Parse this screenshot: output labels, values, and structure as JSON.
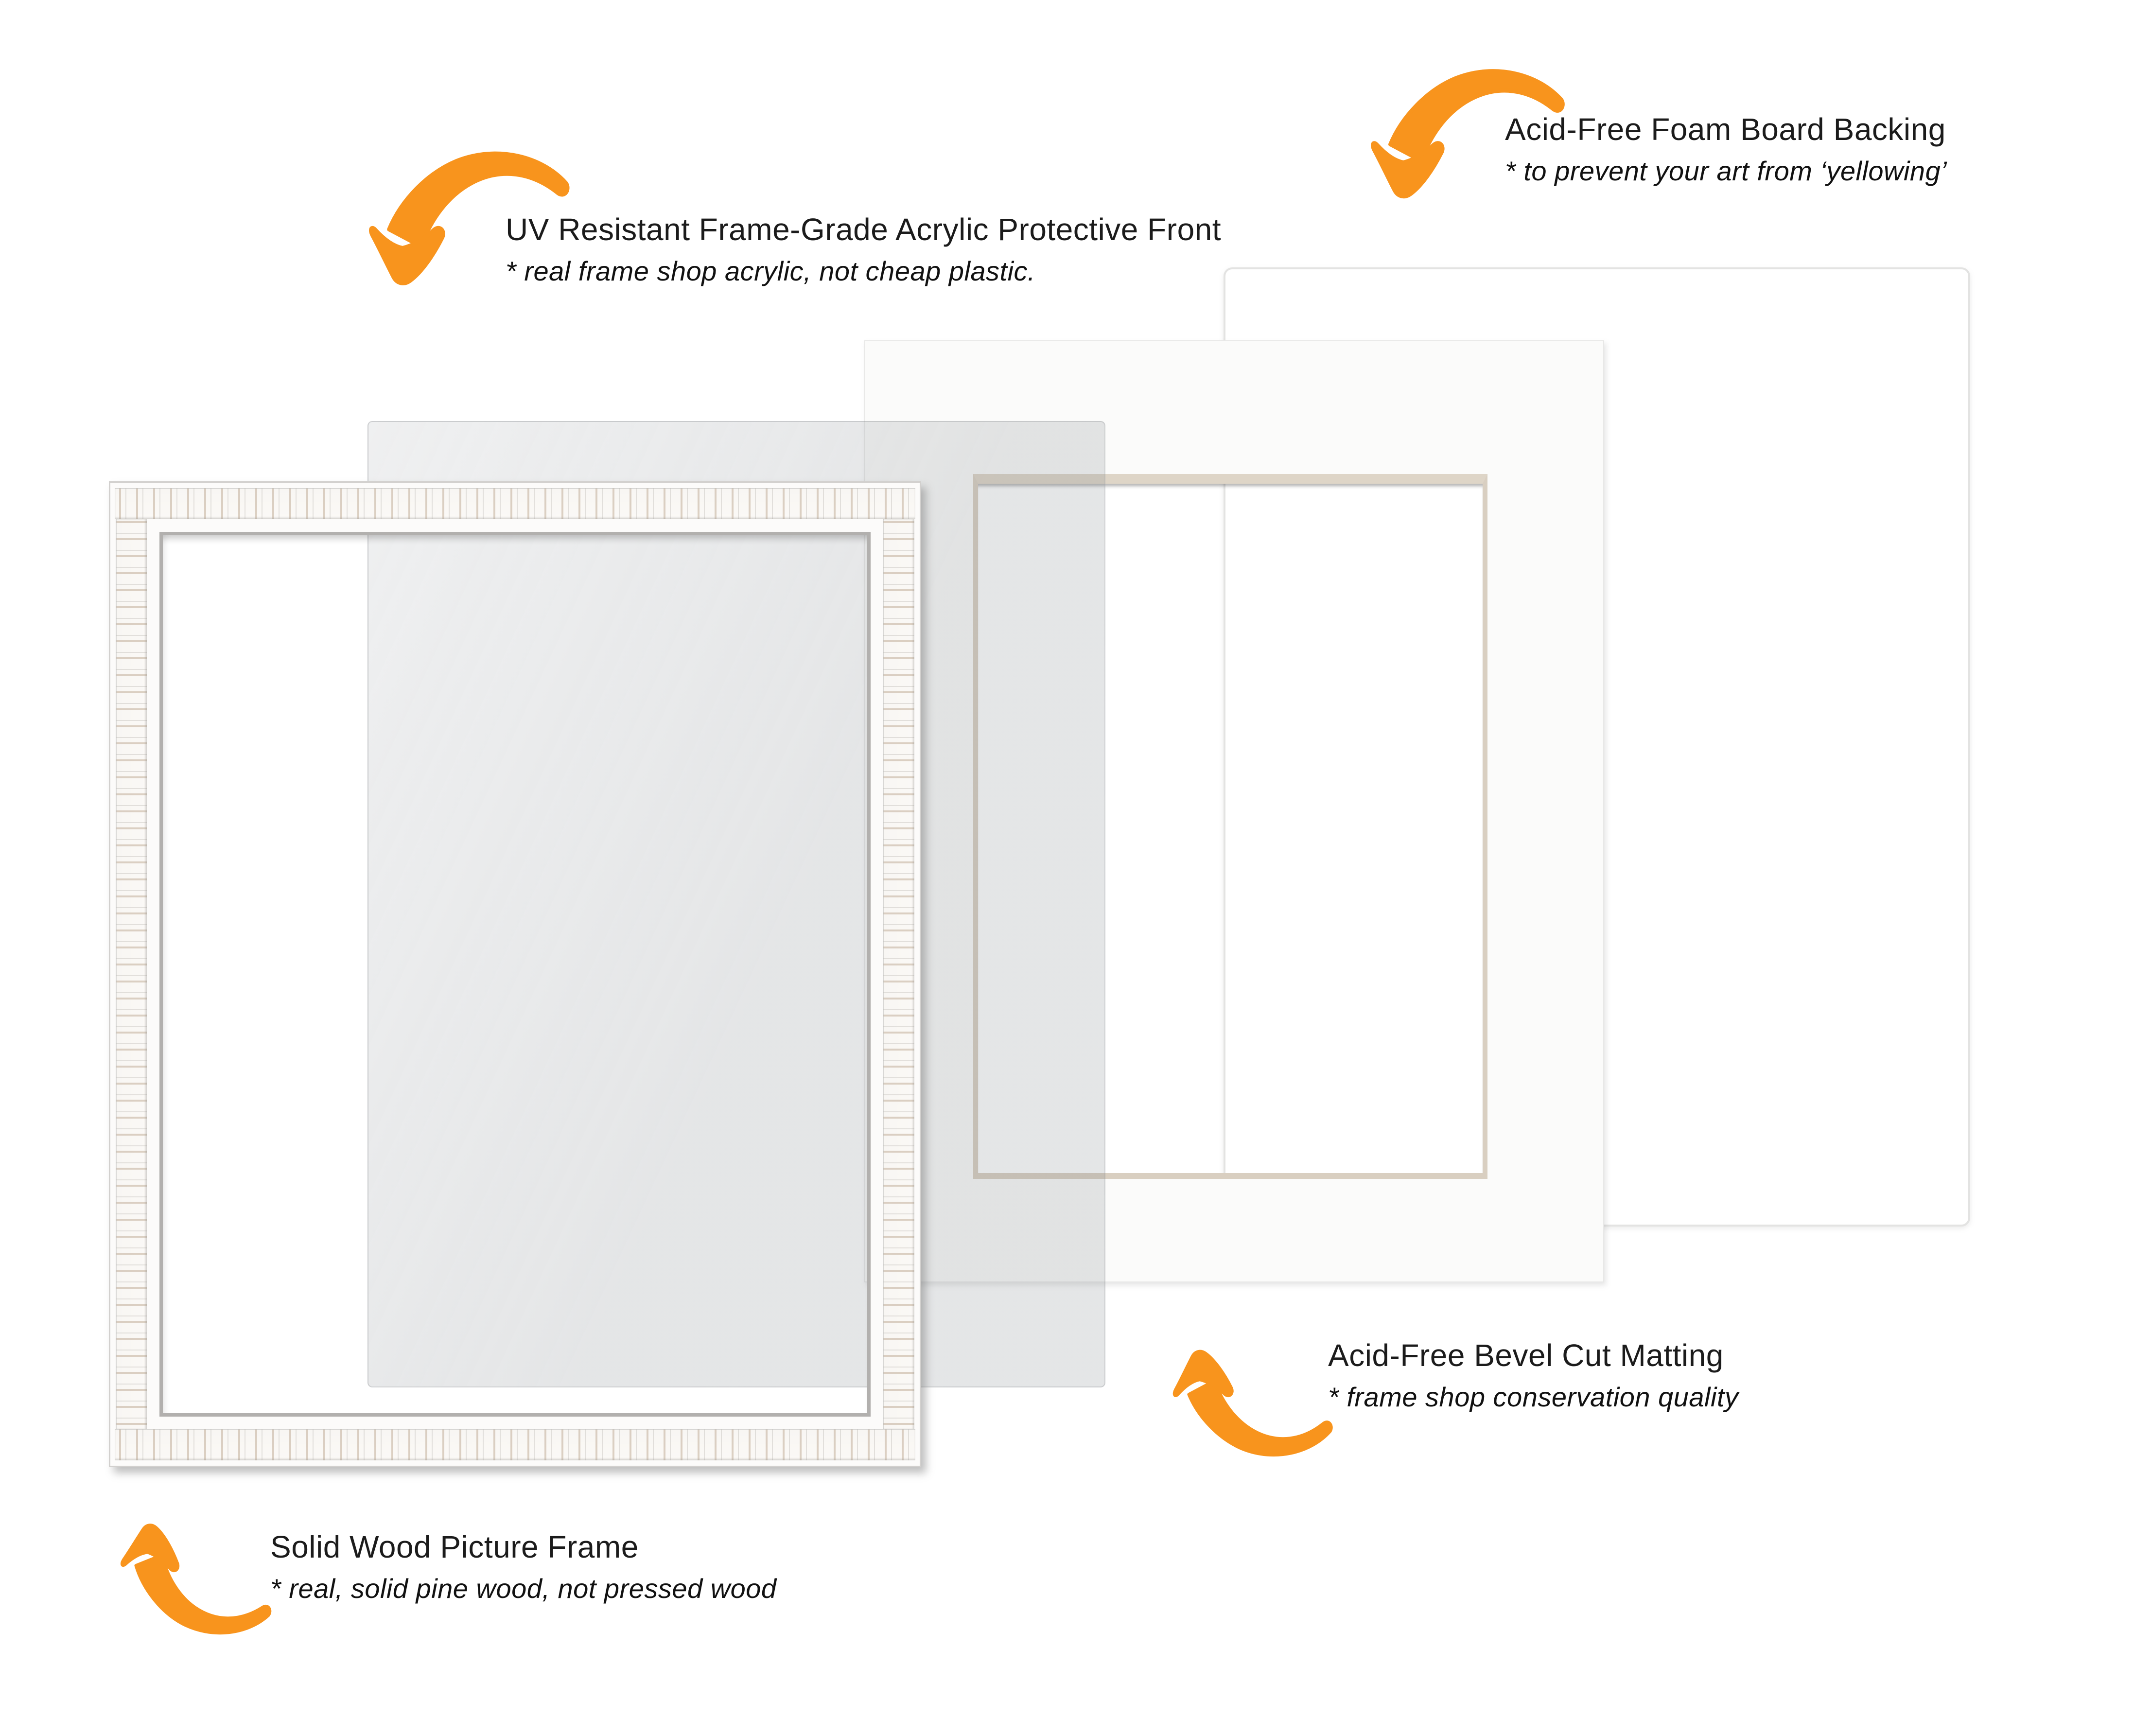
{
  "colors": {
    "accent": "#F8941D",
    "bevel_tan": "#D9CFC1",
    "text": "#1B1B1B"
  },
  "annotations": {
    "acrylic": {
      "title": "UV Resistant Frame-Grade Acrylic Protective Front",
      "subtitle": "* real frame shop acrylic, not cheap plastic."
    },
    "backing": {
      "title": "Acid-Free Foam Board Backing",
      "subtitle": "* to prevent your art from ‘yellowing’"
    },
    "matting": {
      "title": "Acid-Free Bevel Cut Matting",
      "subtitle": "* frame shop conservation quality"
    },
    "frame": {
      "title": "Solid Wood Picture Frame",
      "subtitle": "* real, solid pine wood, not pressed wood"
    }
  }
}
